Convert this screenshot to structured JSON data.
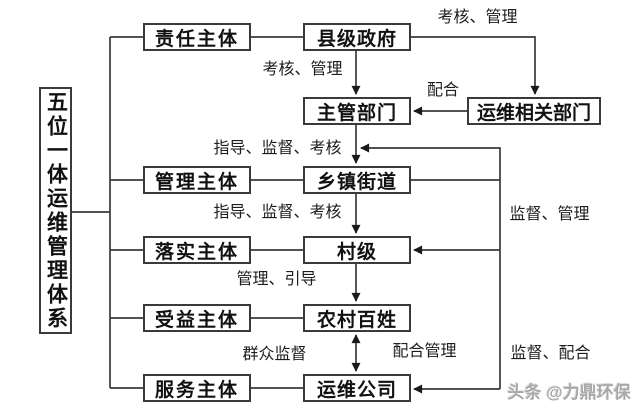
{
  "diagram": {
    "title": "五位一体运维管理体系",
    "nodes": {
      "responsibility": "责任主体",
      "management": "管理主体",
      "implementation": "落实主体",
      "beneficiary": "受益主体",
      "service": "服务主体",
      "county_gov": "县级政府",
      "competent_dept": "主管部门",
      "om_related_dept": "运维相关部门",
      "township": "乡镇街道",
      "village": "村级",
      "rural_residents": "农村百姓",
      "om_company": "运维公司"
    },
    "edge_labels": {
      "assess_manage_top": "考核、管理",
      "assess_manage_left": "考核、管理",
      "cooperate": "配合",
      "guide_supervise_assess_1": "指导、监督、考核",
      "guide_supervise_assess_2": "指导、监督、考核",
      "supervise_manage": "监督、管理",
      "manage_guide": "管理、引导",
      "mass_supervision": "群众监督",
      "cooperate_manage": "配合管理",
      "supervise_cooperate": "监督、配合"
    },
    "line_color": "#3a3a3a",
    "arrow_color": "#1a1a1a"
  },
  "watermark": "头条 @力鼎环保"
}
